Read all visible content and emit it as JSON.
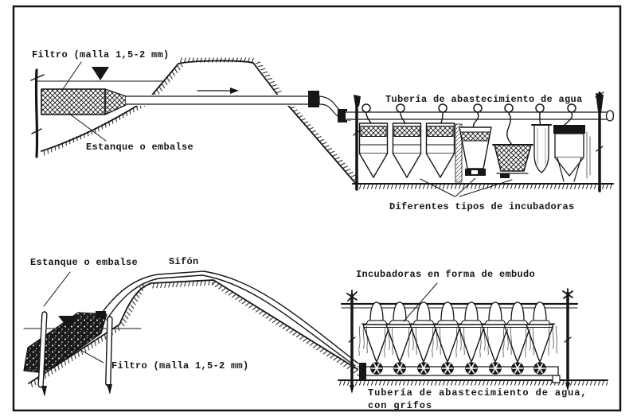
{
  "figure": {
    "background": "#ffffff",
    "ink": "#161616",
    "top": {
      "filter_label": "Filtro (malla 1,5-2 mm)",
      "pond_label": "Estanque o embalse",
      "pipe_label": "Tubería de abastecimiento de agua",
      "incubators_label": "Diferentes tipos de incubadoras"
    },
    "bottom": {
      "pond_label": "Estanque o embalse",
      "siphon_label": "Sifón",
      "filter_label": "Filtro (malla 1,5-2 mm)",
      "incubators_label": "Incubadoras en forma de embudo",
      "pipe_label_line1": "Tubería de abastecimiento de agua,",
      "pipe_label_line2": "con grifos"
    }
  }
}
